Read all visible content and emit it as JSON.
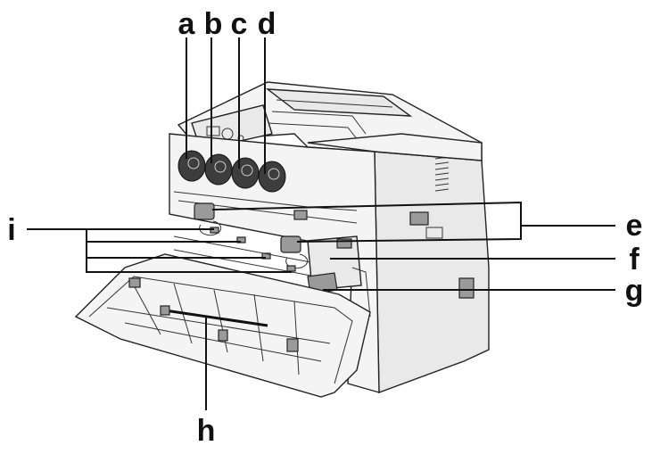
{
  "figure": {
    "callouts": {
      "a": "a",
      "b": "b",
      "c": "c",
      "d": "d",
      "e": "e",
      "f": "f",
      "g": "g",
      "h": "h",
      "i": "i"
    }
  }
}
